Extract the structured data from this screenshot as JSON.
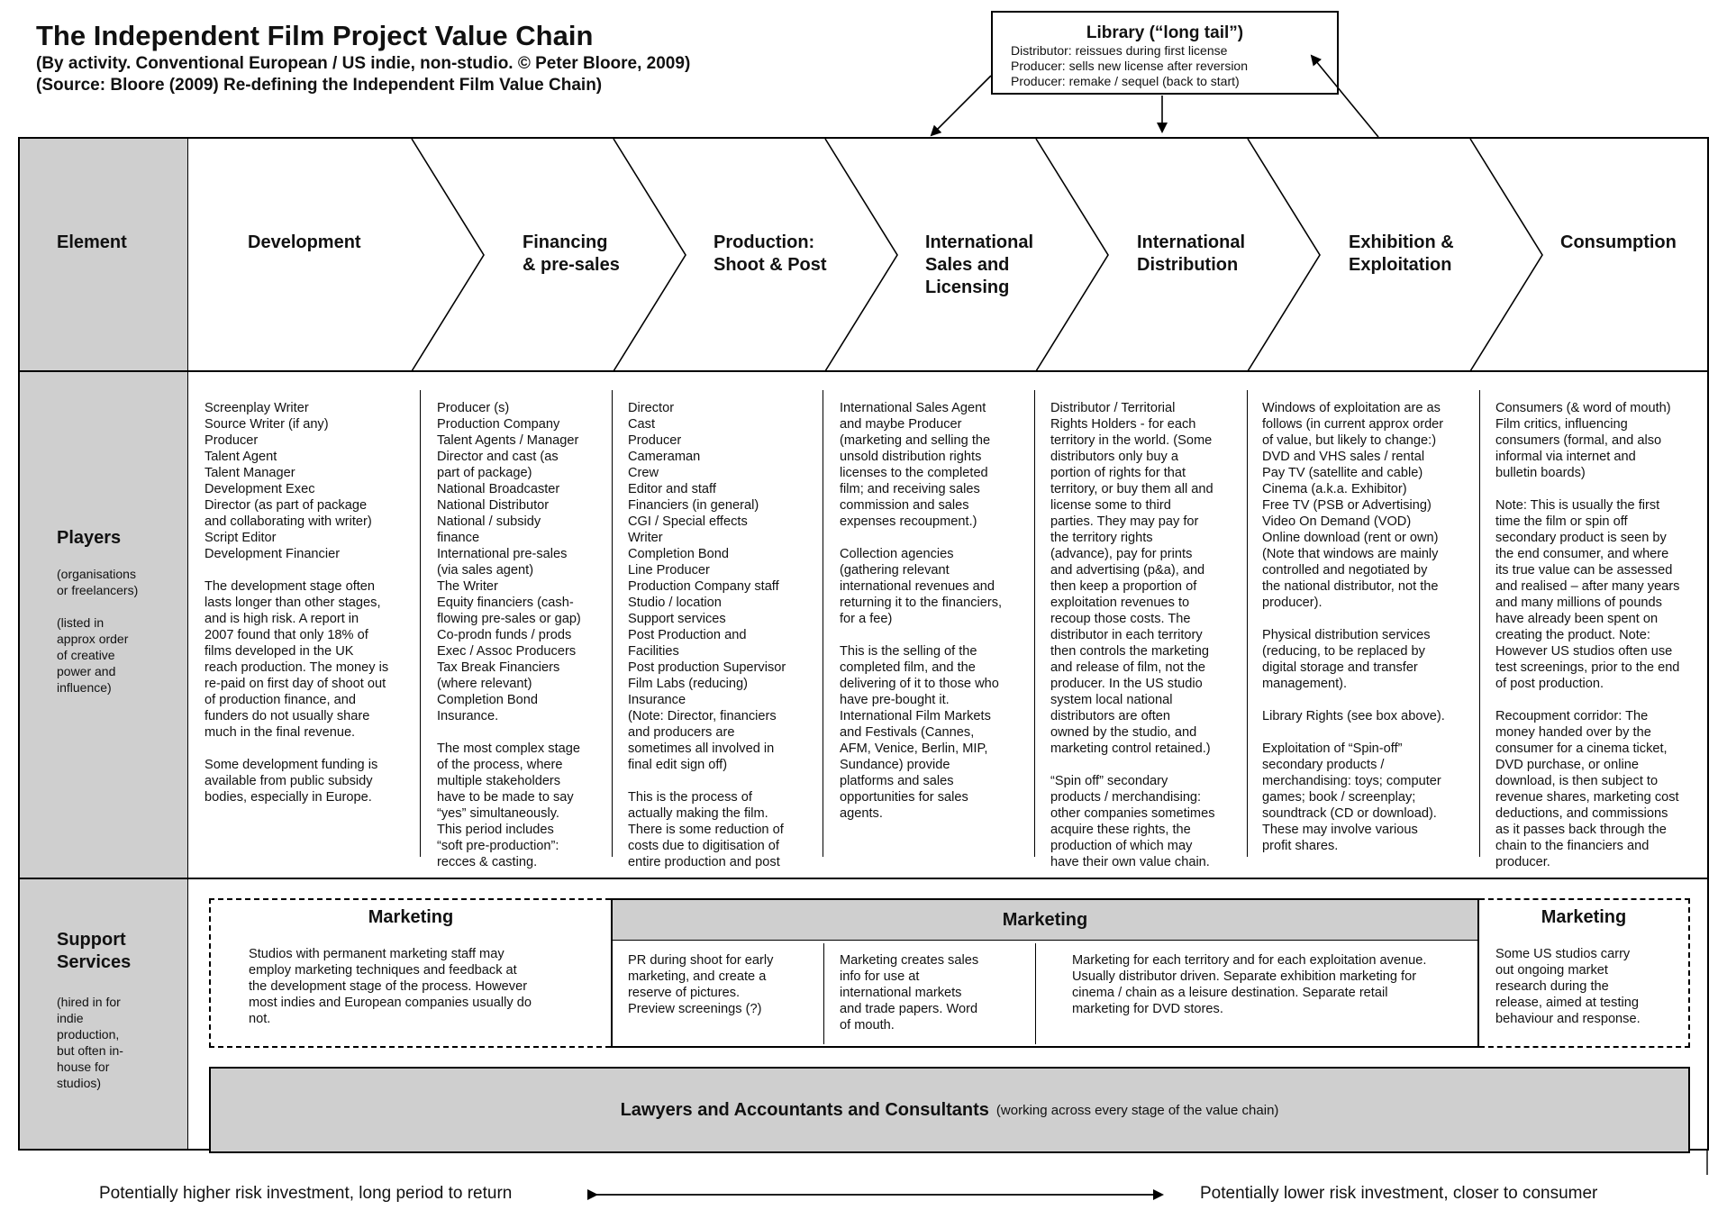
{
  "title": "The Independent Film Project Value Chain",
  "subtitle_1": "(By activity. Conventional European / US indie, non-studio. © Peter Bloore, 2009)",
  "subtitle_2": "(Source: Bloore (2009) Re-defining the Independent Film Value Chain)",
  "library": {
    "title": "Library (“long tail”)",
    "lines": [
      "Distributor: reissues during first license",
      "Producer: sells new license after reversion",
      "Producer: remake / sequel (back to start)"
    ]
  },
  "element_label": "Element",
  "stages": [
    "Development",
    "Financing\n& pre-sales",
    "Production:\nShoot & Post",
    "International\nSales and\nLicensing",
    "International\nDistribution",
    "Exhibition &\nExploitation",
    "Consumption"
  ],
  "players": {
    "label": "Players",
    "note_1": "(organisations\nor freelancers)",
    "note_2": "(listed in\napprox order\nof creative\npower and\ninfluence)",
    "columns": [
      "Screenplay Writer\nSource Writer (if any)\nProducer\nTalent Agent\nTalent Manager\nDevelopment Exec\nDirector (as part of package\nand collaborating with writer)\nScript Editor\nDevelopment  Financier\n\nThe development stage often\nlasts longer than other stages,\nand is high risk. A report in\n2007 found that only 18% of\nfilms developed in the UK\nreach production. The money is\nre-paid on first day of shoot out\nof production finance, and\nfunders do not usually share\nmuch in the final revenue.\n\nSome development funding  is\navailable from public subsidy\nbodies, especially in Europe.",
      "Producer (s)\nProduction Company\nTalent Agents / Manager\nDirector and cast (as\npart of package)\nNational Broadcaster\nNational Distributor\nNational / subsidy\nfinance\nInternational pre-sales\n(via sales agent)\nThe Writer\nEquity financiers (cash-\nflowing pre-sales or gap)\nCo-prodn funds / prods\nExec / Assoc Producers\nTax Break Financiers\n(where relevant)\nCompletion Bond\nInsurance.\n\nThe most complex stage\nof the process, where\nmultiple stakeholders\nhave to be made to say\n“yes” simultaneously.\nThis period includes\n“soft pre-production”:\nrecces & casting.",
      "Director\nCast\nProducer\nCameraman\nCrew\nEditor and staff\nFinanciers (in general)\nCGI / Special effects\nWriter\nCompletion Bond\nLine Producer\nProduction Company staff\nStudio / location\nSupport services\nPost Production and\nFacilities\nPost production Supervisor\nFilm Labs (reducing)\nInsurance\n(Note: Director, financiers\nand producers are\nsometimes all involved in\nfinal edit sign off)\n\nThis is the process of\nactually making the film.\nThere is some reduction of\ncosts due to digitisation of\nentire production and post",
      "International Sales Agent\nand maybe Producer\n(marketing and selling the\nunsold distribution rights\nlicenses to the completed\nfilm; and receiving sales\ncommission and sales\nexpenses recoupment.)\n\nCollection agencies\n(gathering relevant\ninternational revenues and\nreturning it to the financiers,\nfor a fee)\n\nThis is the selling of the\ncompleted film, and the\ndelivering of it to those who\nhave pre-bought it.\nInternational Film Markets\nand Festivals (Cannes,\nAFM, Venice, Berlin, MIP,\nSundance) provide\nplatforms and sales\nopportunities for sales\nagents.",
      "Distributor / Territorial\nRights Holders - for each\nterritory in the world. (Some\ndistributors only buy a\nportion of rights for that\nterritory, or buy them all and\nlicense some to third\nparties. They may pay for\nthe territory rights\n(advance), pay for prints\nand advertising (p&a), and\nthen keep a proportion of\nexploitation revenues to\nrecoup those costs. The\ndistributor in each territory\nthen controls the marketing\nand release of film, not the\nproducer. In the US studio\nsystem local national\ndistributors are  often\nowned by the studio, and\nmarketing control retained.)\n\n“Spin off” secondary\nproducts / merchandising:\nother companies sometimes\nacquire these rights, the\nproduction of which may\nhave their own value chain.",
      "Windows of exploitation are as\nfollows (in current approx order\nof value, but likely to change:)\nDVD and VHS sales / rental\nPay TV (satellite and cable)\nCinema (a.k.a. Exhibitor)\nFree TV (PSB or Advertising)\nVideo On Demand (VOD)\nOnline download (rent or own)\n(Note that windows are mainly\ncontrolled and negotiated by\nthe national distributor, not the\nproducer).\n\nPhysical distribution services\n(reducing, to be replaced by\ndigital storage and transfer\nmanagement).\n\nLibrary Rights (see box above).\n\nExploitation of “Spin-off”\nsecondary products /\nmerchandising: toys; computer\ngames; book / screenplay;\nsoundtrack (CD or download).\nThese may involve various\nprofit shares.",
      "Consumers (& word of mouth)\nFilm critics, influencing\nconsumers (formal, and also\ninformal via internet and\nbulletin boards)\n\nNote: This is usually the first\ntime the film or spin off\nsecondary product is seen by\nthe end consumer, and where\nits true value can be assessed\nand realised – after many years\nand many millions of pounds\nhave already been spent on\ncreating the product. Note:\nHowever US studios often use\ntest screenings, prior to the end\nof post production.\n\nRecoupment corridor: The\nmoney handed over by the\nconsumer for a cinema ticket,\nDVD purchase, or online\ndownload, is then subject to\nrevenue shares, marketing cost\ndeductions, and commissions\nas it passes back through the\nchain to the financiers and\nproducer."
    ]
  },
  "support": {
    "label": "Support\nServices",
    "note": "(hired in for\nindie\nproduction,\nbut often in-\nhouse for\nstudios)",
    "marketing_left": {
      "heading": "Marketing",
      "text": "Studios with permanent marketing staff may\nemploy marketing techniques and feedback at\nthe development stage of the process. However\nmost indies and European companies usually do\nnot."
    },
    "marketing_middle": {
      "heading": "Marketing",
      "cells": [
        "PR during shoot for early\nmarketing, and create a\nreserve of pictures.\nPreview screenings (?)",
        "Marketing creates sales\ninfo for use at\ninternational markets\nand trade papers. Word\nof mouth.",
        "Marketing for each territory and for each exploitation avenue.\nUsually distributor driven. Separate exhibition marketing for\ncinema / chain as a leisure destination. Separate retail\nmarketing for DVD stores."
      ]
    },
    "marketing_right": {
      "heading": "Marketing",
      "text": "Some US studios carry\nout ongoing market\nresearch during the\nrelease, aimed at testing\nbehaviour and response."
    },
    "lawyers_main": "Lawyers and Accountants and Consultants",
    "lawyers_note": "(working across every stage of the value chain)"
  },
  "footer": {
    "left": "Potentially higher risk investment, long period to return",
    "right": "Potentially lower risk investment, closer to consumer"
  }
}
